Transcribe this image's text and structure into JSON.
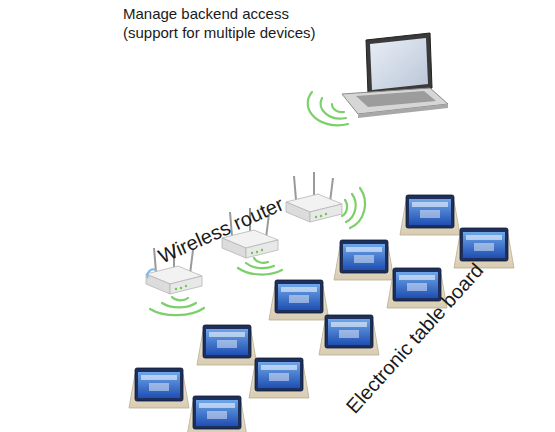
{
  "diagram": {
    "labels": [
      "Manage backend access (support for multiple devices)",
      "Wireless router",
      "Electronic table board"
    ]
  }
}
